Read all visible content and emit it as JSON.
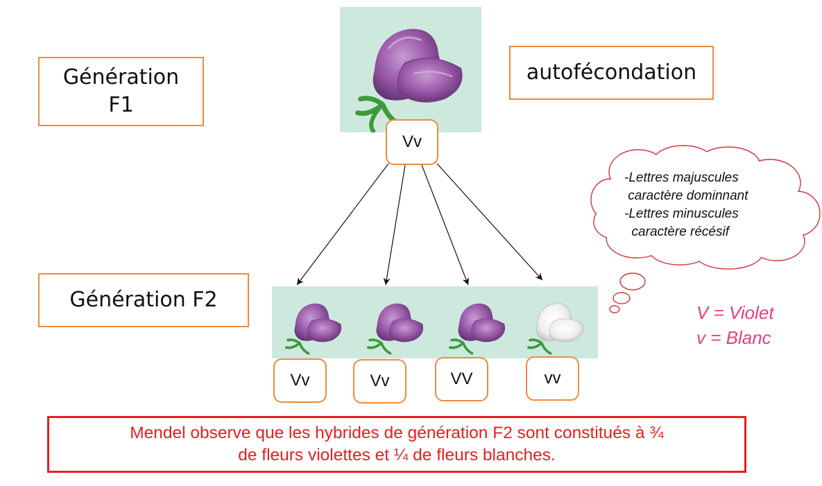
{
  "labels": {
    "gen_f1_line1": "Génération",
    "gen_f1_line2": "F1",
    "autofecondation": "autofécondation",
    "gen_f2": "Génération F2"
  },
  "parent": {
    "genotype": "Vv",
    "flower_color": "violet"
  },
  "offspring": [
    {
      "genotype": "Vv",
      "flower_color": "violet"
    },
    {
      "genotype": "Vv",
      "flower_color": "violet"
    },
    {
      "genotype": "VV",
      "flower_color": "violet"
    },
    {
      "genotype": "vv",
      "flower_color": "white"
    }
  ],
  "cloud": {
    "line1": "-Lettres majuscules",
    "line2": " caractère dominnant",
    "line3": "-Lettres minuscules",
    "line4": "  caractère récésif"
  },
  "legend": {
    "line1": "V = Violet",
    "line2": "v = Blanc"
  },
  "conclusion": {
    "line1": "Mendel observe que les hybrides de génération F2 sont constitués à ¾",
    "line2": "de fleurs violettes et ¼ de fleurs blanches."
  },
  "colors": {
    "box_border": "#ef8a3c",
    "panel_bg": "#cde9de",
    "violet_petal": "#9a5aa8",
    "white_petal": "#f2f2f2",
    "legend_text": "#e6407b",
    "conclusion_red": "#e32020"
  }
}
